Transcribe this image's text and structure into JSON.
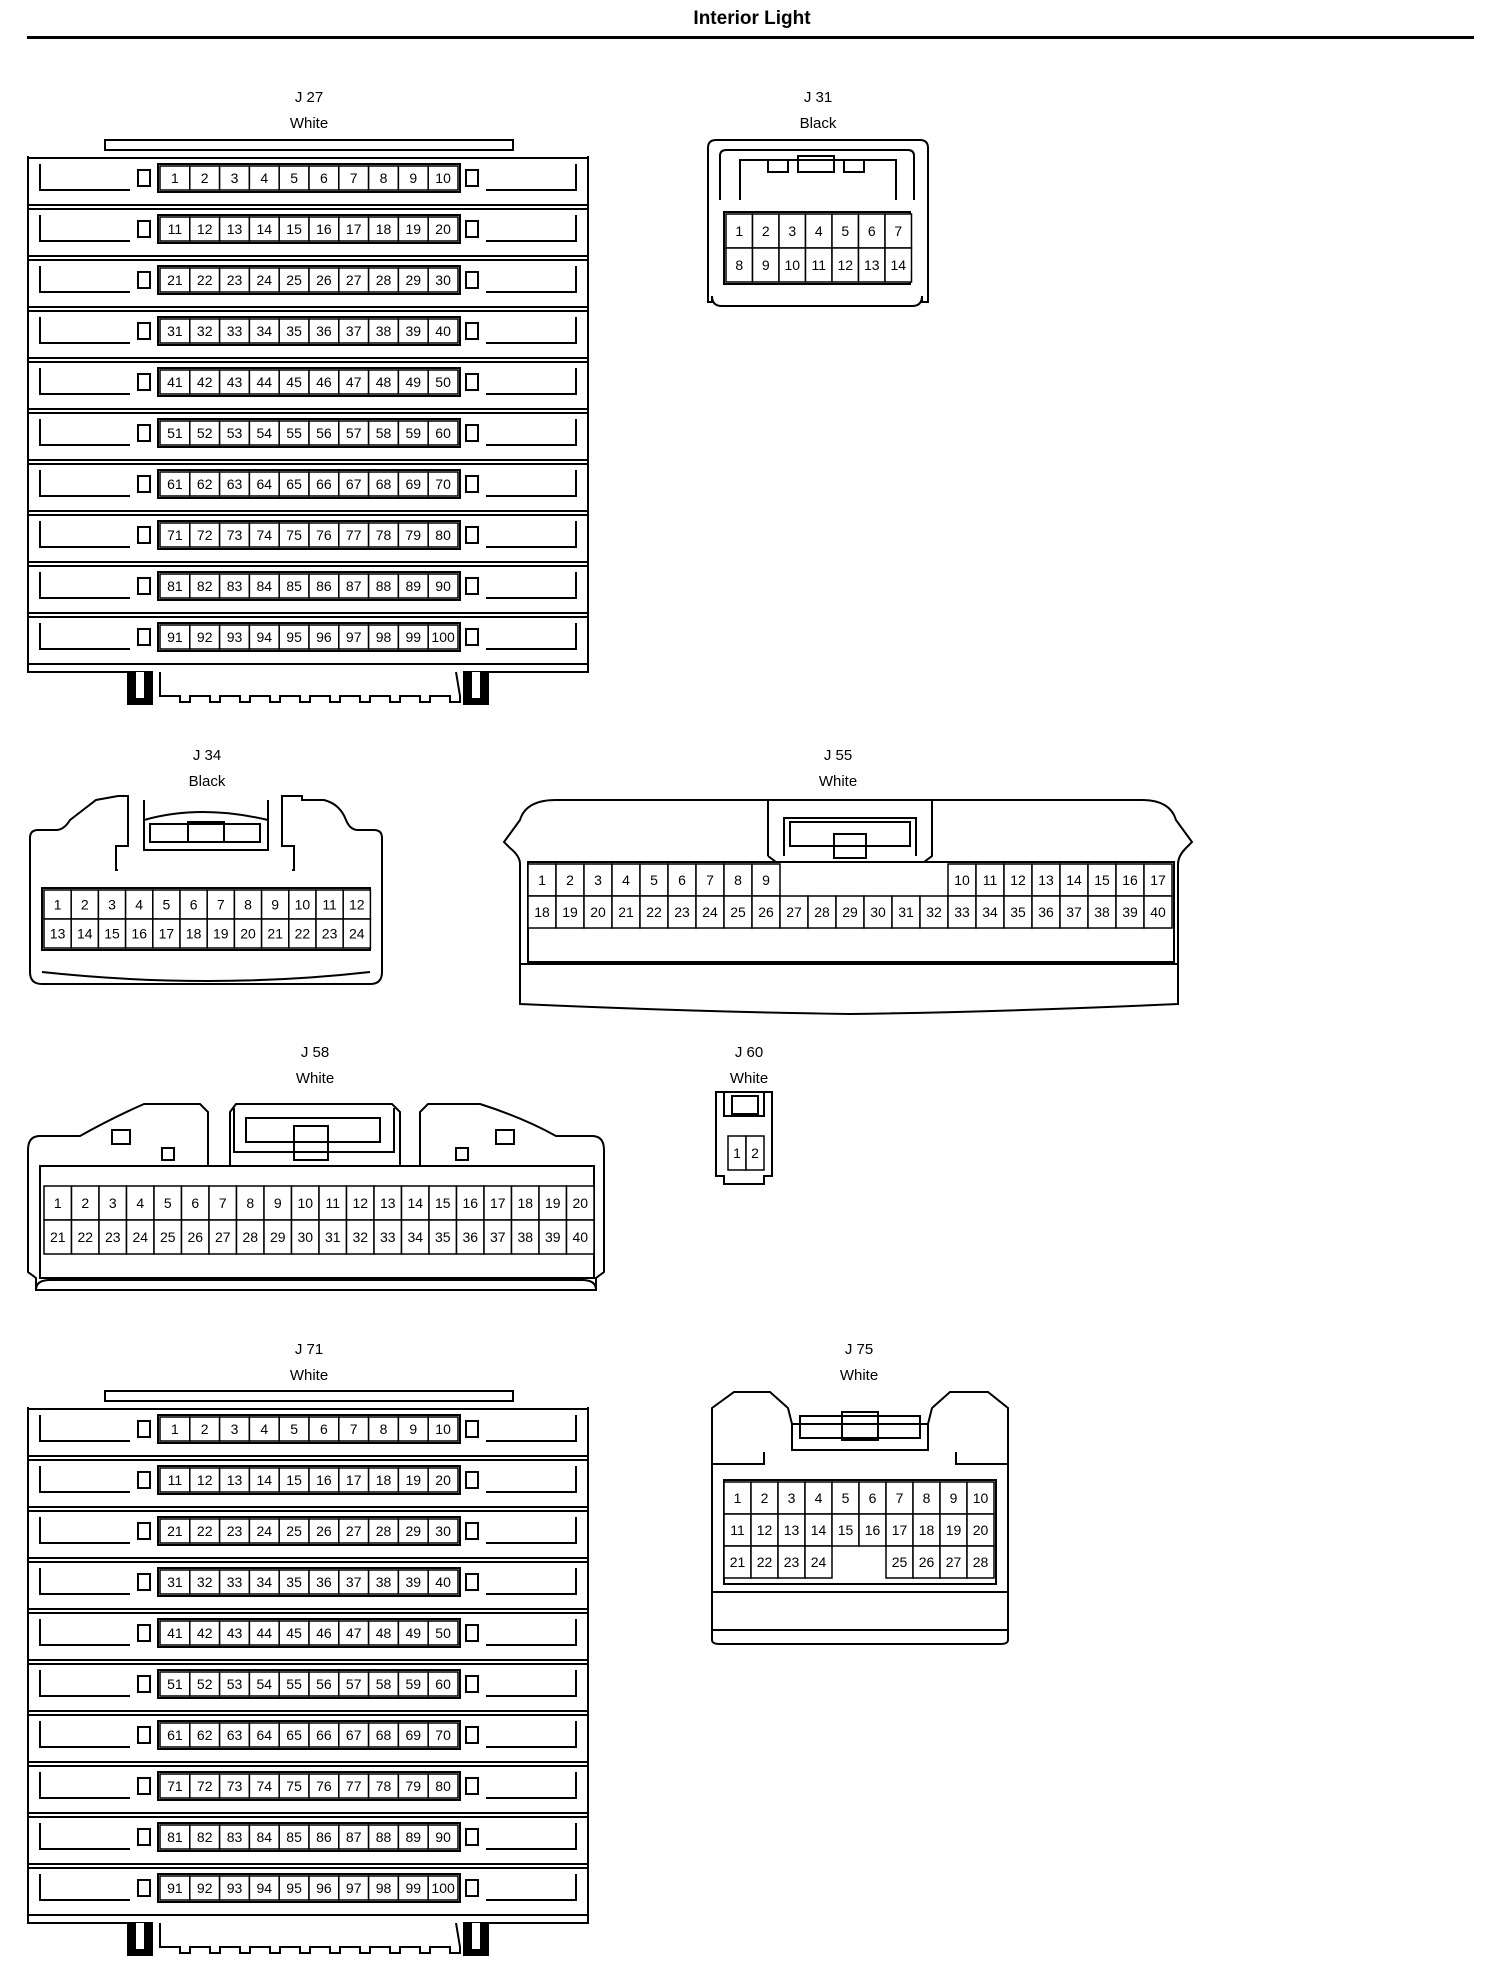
{
  "title": "Interior Light",
  "connectors": {
    "j27": {
      "id": "J 27",
      "color": "White",
      "pins": 100
    },
    "j31": {
      "id": "J 31",
      "color": "Black",
      "pins": 14
    },
    "j34": {
      "id": "J 34",
      "color": "Black",
      "pins": 24
    },
    "j55": {
      "id": "J 55",
      "color": "White",
      "pins": 40
    },
    "j58": {
      "id": "J 58",
      "color": "White",
      "pins": 40
    },
    "j60": {
      "id": "J 60",
      "color": "White",
      "pins": 2
    },
    "j71": {
      "id": "J 71",
      "color": "White",
      "pins": 100
    },
    "j75": {
      "id": "J 75",
      "color": "White",
      "pins": 28
    }
  }
}
